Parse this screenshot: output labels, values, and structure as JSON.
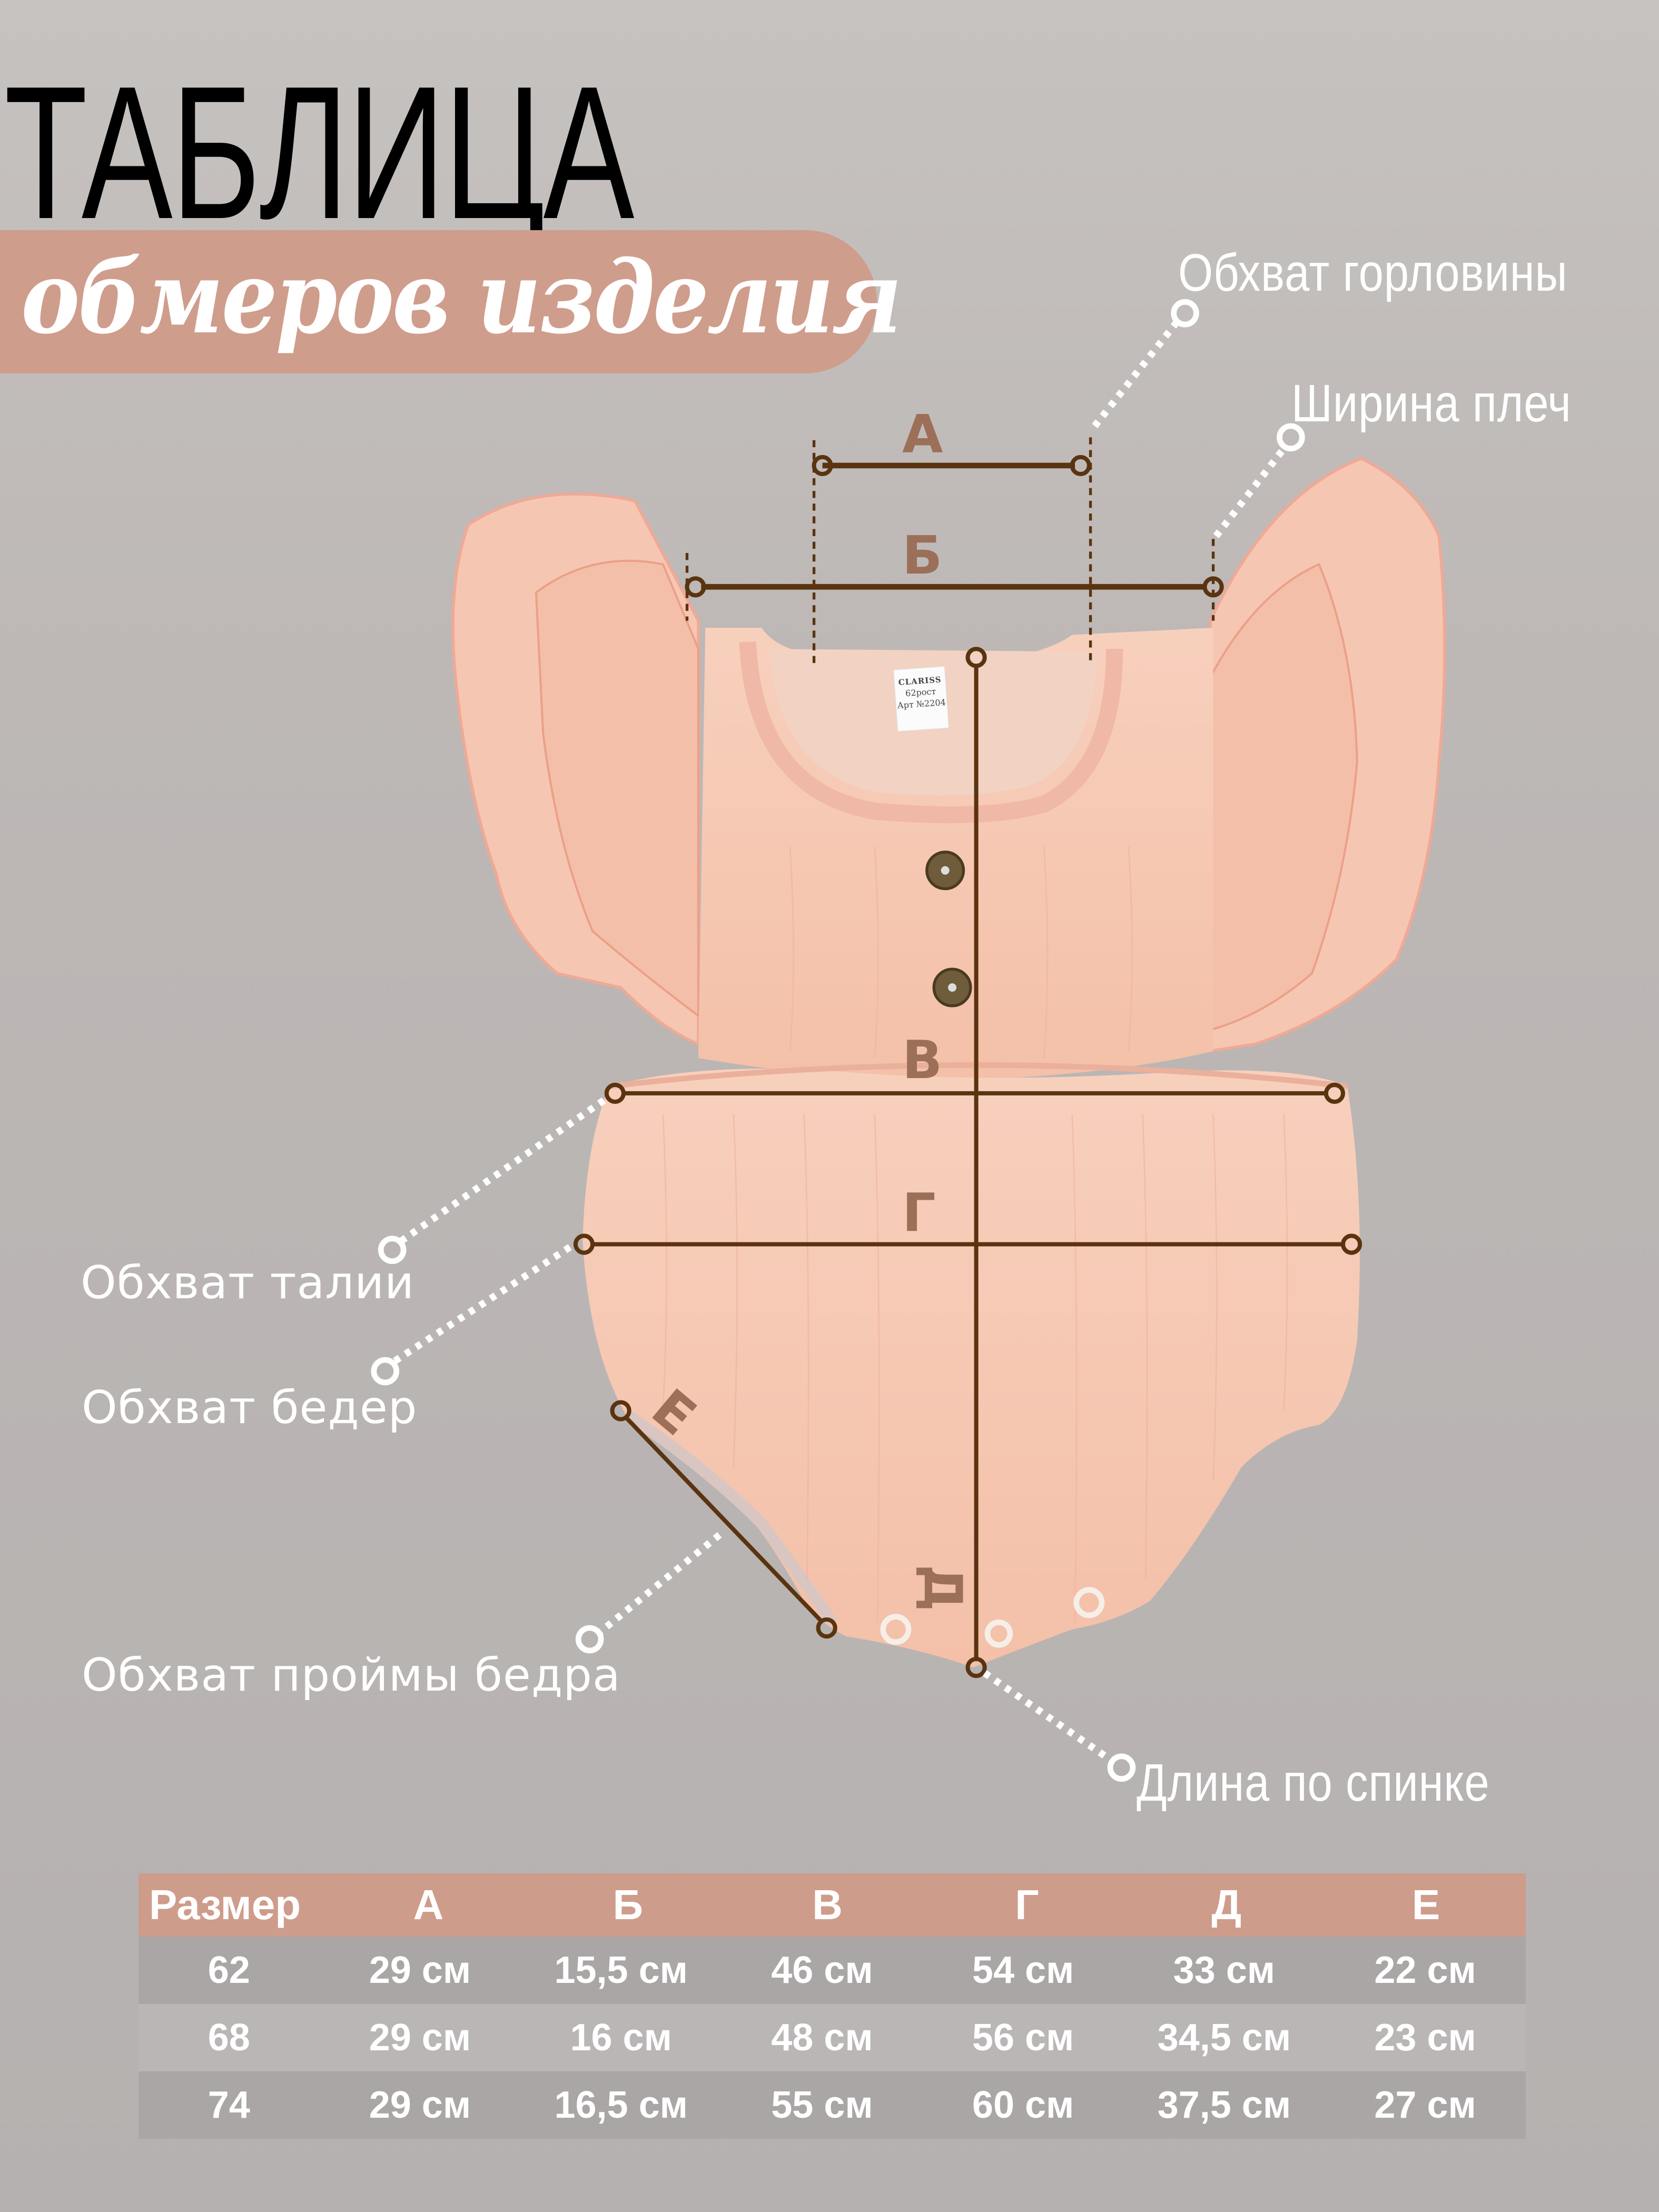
{
  "header": {
    "title": "ТАБЛИЦА",
    "subtitle": "обмеров изделия"
  },
  "colors": {
    "accent_pill": "#cf9d8c",
    "measure_line": "#5a3410",
    "measure_letter": "#9c6f58",
    "garment": "#f6c4ad",
    "background": "#b9b5b4"
  },
  "garment": {
    "tag_brand": "CLARISS",
    "tag_size": "62рост",
    "tag_article": "Арт №2204"
  },
  "measure_letters": {
    "a": "А",
    "b": "Б",
    "v": "В",
    "g": "Г",
    "d": "Д",
    "e": "Е"
  },
  "callouts": {
    "neck": "Обхват горловины",
    "shoulders": "Ширина плеч",
    "waist": "Обхват талии",
    "hips": "Обхват бедер",
    "leg_opening": "Обхват проймы бедра",
    "back_length": "Длина по спинке"
  },
  "table": {
    "headers": [
      "Размер",
      "А",
      "Б",
      "В",
      "Г",
      "Д",
      "Е"
    ],
    "rows": [
      [
        "62",
        "29 см",
        "15,5 см",
        "46 см",
        "54 см",
        "33 см",
        "22 см"
      ],
      [
        "68",
        "29 см",
        "16 см",
        "48 см",
        "56 см",
        "34,5 см",
        "23 см"
      ],
      [
        "74",
        "29 см",
        "16,5 см",
        "55 см",
        "60 см",
        "37,5 см",
        "27 см"
      ]
    ]
  }
}
